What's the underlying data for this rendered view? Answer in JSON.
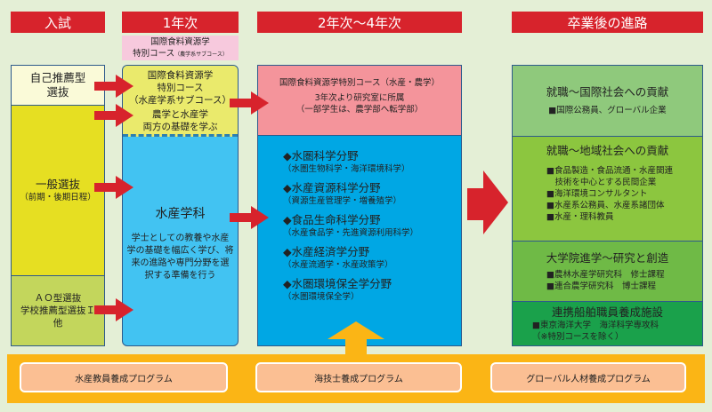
{
  "headers": {
    "entrance": "入試",
    "year1": "1年次",
    "year2to4": "2年次～4年次",
    "after": "卒業後の進路"
  },
  "special_label": {
    "line1": "国際食料資源学",
    "line2": "特別コース",
    "small": "（農学系サブコース）"
  },
  "entrance": {
    "self": {
      "line1": "自己推薦型",
      "line2": "選抜"
    },
    "general": {
      "line1": "一般選抜",
      "line2": "（前期・後期日程）"
    },
    "ao": {
      "line1": "ＡＯ型選抜",
      "line2": "学校推薦型選抜Ｉ",
      "line3": "他"
    }
  },
  "year1": {
    "special": {
      "line1": "国際食料資源学",
      "line2": "特別コース",
      "line3": "（水産学系サブコース）",
      "line4": "農学と水産学",
      "line5": "両方の基礎を学ぶ"
    },
    "dept": {
      "title": "水産学科",
      "desc1": "学士としての教養や水産",
      "desc2": "学の基礎を幅広く学び、将",
      "desc3": "来の進路や専門分野を選",
      "desc4": "択する準備を行う"
    }
  },
  "year2to4": {
    "special": {
      "line1": "国際食料資源学特別コース（水産・農学）",
      "line2": "3年次より研究室に所属",
      "line3": "（一部学生は、農学部へ転学部）"
    },
    "fields": [
      {
        "name": "◆水圏科学分野",
        "sub": "（水圏生物科学・海洋環境科学）"
      },
      {
        "name": "◆水産資源科学分野",
        "sub": "（資源生産管理学・増養殖学）"
      },
      {
        "name": "◆食品生命科学分野",
        "sub": "（水産食品学・先進資源利用科学）"
      },
      {
        "name": "◆水産経済学分野",
        "sub": "（水産流通学・水産政策学）"
      },
      {
        "name": "◆水圏環境保全学分野",
        "sub": "（水圏環境保全学）"
      }
    ]
  },
  "after": {
    "intl": {
      "title": "就職～国際社会への貢献",
      "items": [
        "■国際公務員、グローバル企業"
      ]
    },
    "local": {
      "title": "就職～地域社会への貢献",
      "items": [
        "■食品製造・食品流通・水産関連",
        "　技術を中心とする民間企業",
        "■海洋環境コンサルタント",
        "■水産系公務員、水産系諸団体",
        "■水産・理科教員"
      ]
    },
    "grad": {
      "title": "大学院進学～研究と創造",
      "items": [
        "■農林水産学研究科　修士課程",
        "■連合農学研究科　博士課程"
      ]
    },
    "ship": {
      "title": "連携船舶職員養成施設",
      "items": [
        "■東京海洋大学　海洋科学専攻科",
        "（※特別コースを除く）"
      ]
    }
  },
  "programs": [
    "水産教員養成プログラム",
    "海技士養成プログラム",
    "グローバル人材養成プログラム"
  ]
}
